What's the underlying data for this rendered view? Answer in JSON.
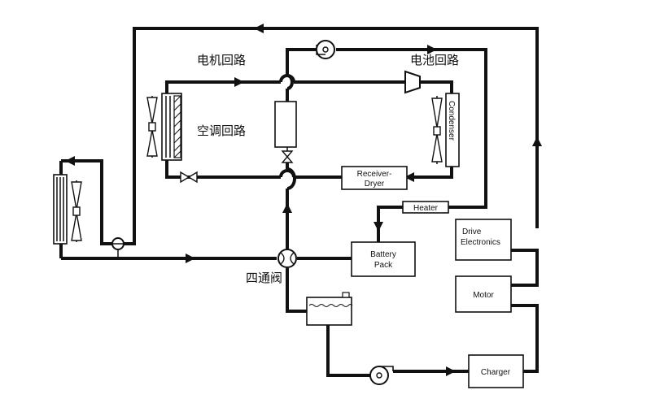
{
  "labels": {
    "motor_loop": "电机回路",
    "battery_loop": "电池回路",
    "ac_loop": "空调回路",
    "four_way_valve": "四通阀"
  },
  "components": {
    "receiver_dryer_1": "Receiver-",
    "receiver_dryer_2": "Dryer",
    "condenser": "Condenser",
    "heater": "Heater",
    "battery_pack_1": "Battery",
    "battery_pack_2": "Pack",
    "drive_electronics_1": "Drive",
    "drive_electronics_2": "Electronics",
    "motor": "Motor",
    "charger": "Charger"
  },
  "colors": {
    "line": "#111111",
    "background": "#ffffff"
  }
}
